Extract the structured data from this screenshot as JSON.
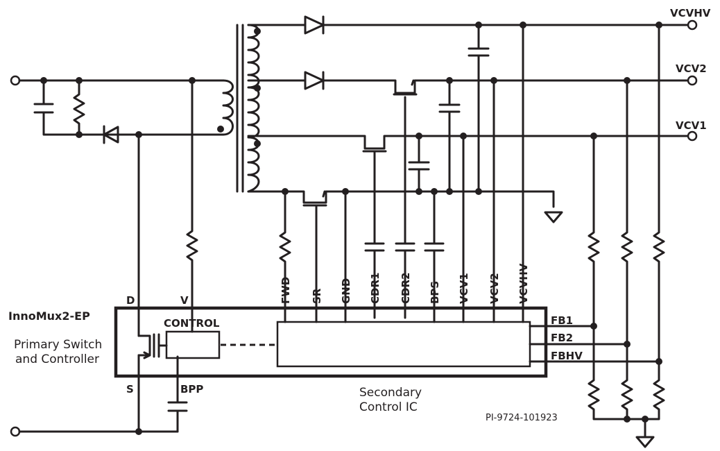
{
  "outputs": {
    "vcvhv": "VCVHV",
    "vcv2": "VCV2",
    "vcv1": "VCV1"
  },
  "device": {
    "name": "InnoMux2-EP",
    "description_line1": "Primary Switch",
    "description_line2": "and Controller",
    "control_block": "CONTROL"
  },
  "primary_pins": {
    "d": "D",
    "v": "V",
    "s": "S",
    "bpp": "BPP"
  },
  "secondary_pins": [
    "FWD",
    "SR",
    "GND",
    "CDR1",
    "CDR2",
    "BPS",
    "VCV1",
    "VCV2",
    "VCVHV"
  ],
  "feedback_pins": [
    "FB1",
    "FB2",
    "FBHV"
  ],
  "secondary_ic": {
    "line1": "Secondary",
    "line2": "Control IC"
  },
  "part_ref": "PI-9724-101923",
  "colors": {
    "ink": "#231f20",
    "background": "#ffffff"
  }
}
